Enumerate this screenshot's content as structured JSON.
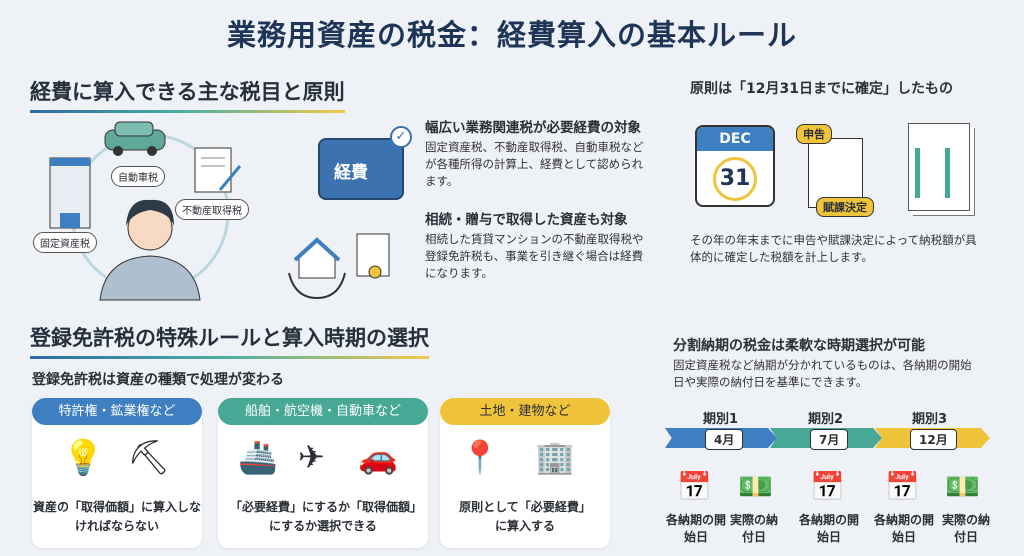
{
  "title": "業務用資産の税金：経費算入の基本ルール",
  "section1": {
    "heading": "経費に算入できる主な税目と原則",
    "chips": [
      "自動車税",
      "不動産取得税",
      "固定資産税"
    ],
    "wallet_label": "経費",
    "point1": {
      "title": "幅広い業務関連税が必要経費の対象",
      "body": "固定資産税、不動産取得税、自動車税などが各種所得の計算上、経費として認められます。"
    },
    "point2": {
      "title": "相続・贈与で取得した資産も対象",
      "body": "相続した賃貸マンションの不動産取得税や登録免許税も、事業を引き継ぐ場合は経費になります。"
    },
    "principle": {
      "title": "原則は「12月31日までに確定」したもの",
      "calendar_month": "DEC",
      "calendar_day": "31",
      "tag1": "申告",
      "tag2": "賦課決定",
      "body": "その年の年末までに申告や賦課決定によって納税額が具体的に確定した税額を計上します。"
    }
  },
  "section2": {
    "heading": "登録免許税の特殊ルールと算入時期の選択",
    "subheading": "登録免許税は資産の種類で処理が変わる",
    "cards": [
      {
        "label": "特許権・鉱業権など",
        "text": "資産の「取得価額」に算入しなければならない",
        "color": "#3d7fc0"
      },
      {
        "label": "船舶・航空機・自動車など",
        "text": "「必要経費」にするか「取得価額」にするか選択できる",
        "color": "#47a895"
      },
      {
        "label": "土地・建物など",
        "text": "原則として「必要経費」に算入する",
        "color": "#f0c43a"
      }
    ],
    "installment": {
      "title": "分割納期の税金は柔軟な時期選択が可能",
      "body": "固定資産税など納期が分かれているものは、各納期の開始日や実際の納付日を基準にできます。",
      "periods": [
        {
          "name": "期別1",
          "month": "4月",
          "color": "#3d7fc0"
        },
        {
          "name": "期別2",
          "month": "7月",
          "color": "#47a895"
        },
        {
          "name": "期別3",
          "month": "12月",
          "color": "#f0c43a"
        }
      ],
      "start_label": "各納期の開始日",
      "paid_label": "実際の納付日"
    }
  }
}
